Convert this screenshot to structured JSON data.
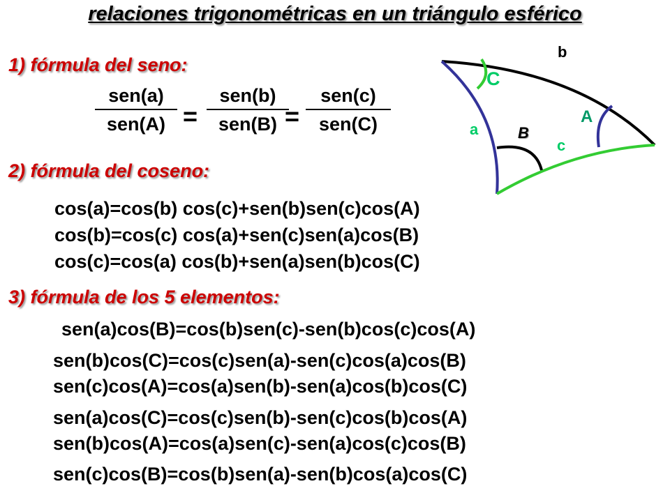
{
  "title": "relaciones trigonométricas en un triángulo esférico",
  "sine": {
    "heading": "1) fórmula del seno:",
    "fractions": [
      {
        "num": "sen(a)",
        "den": "sen(A)"
      },
      {
        "num": "sen(b)",
        "den": "sen(B)"
      },
      {
        "num": "sen(c)",
        "den": "sen(C)"
      }
    ],
    "equals": [
      "=",
      "="
    ]
  },
  "cosine": {
    "heading": "2) fórmula del coseno:",
    "lines": [
      "cos(a)=cos(b) cos(c)+sen(b)sen(c)cos(A)",
      "cos(b)=cos(c) cos(a)+sen(c)sen(a)cos(B)",
      "cos(c)=cos(a) cos(b)+sen(a)sen(b)cos(C)"
    ]
  },
  "five": {
    "heading": "3) fórmula de los 5 elementos:",
    "lines": [
      "sen(a)cos(B)=cos(b)sen(c)-sen(b)cos(c)cos(A)",
      "sen(b)cos(C)=cos(c)sen(a)-sen(c)cos(a)cos(B)",
      "sen(c)cos(A)=cos(a)sen(b)-sen(a)cos(b)cos(C)",
      "sen(a)cos(C)=cos(c)sen(b)-sen(c)cos(b)cos(A)",
      "sen(b)cos(A)=cos(a)sen(c)-sen(a)cos(c)cos(B)",
      "sen(c)cos(B)=cos(b)sen(a)-sen(b)cos(a)cos(C)"
    ]
  },
  "diagram": {
    "labels": {
      "b": "b",
      "C": "C",
      "A": "A",
      "a": "a",
      "B": "B",
      "c": "c"
    },
    "colors": {
      "side_a": "#333399",
      "side_b": "#000000",
      "side_c": "#33cc33",
      "label_a": "#00cc66",
      "label_c": "#00cc66",
      "label_A": "#009966"
    }
  }
}
